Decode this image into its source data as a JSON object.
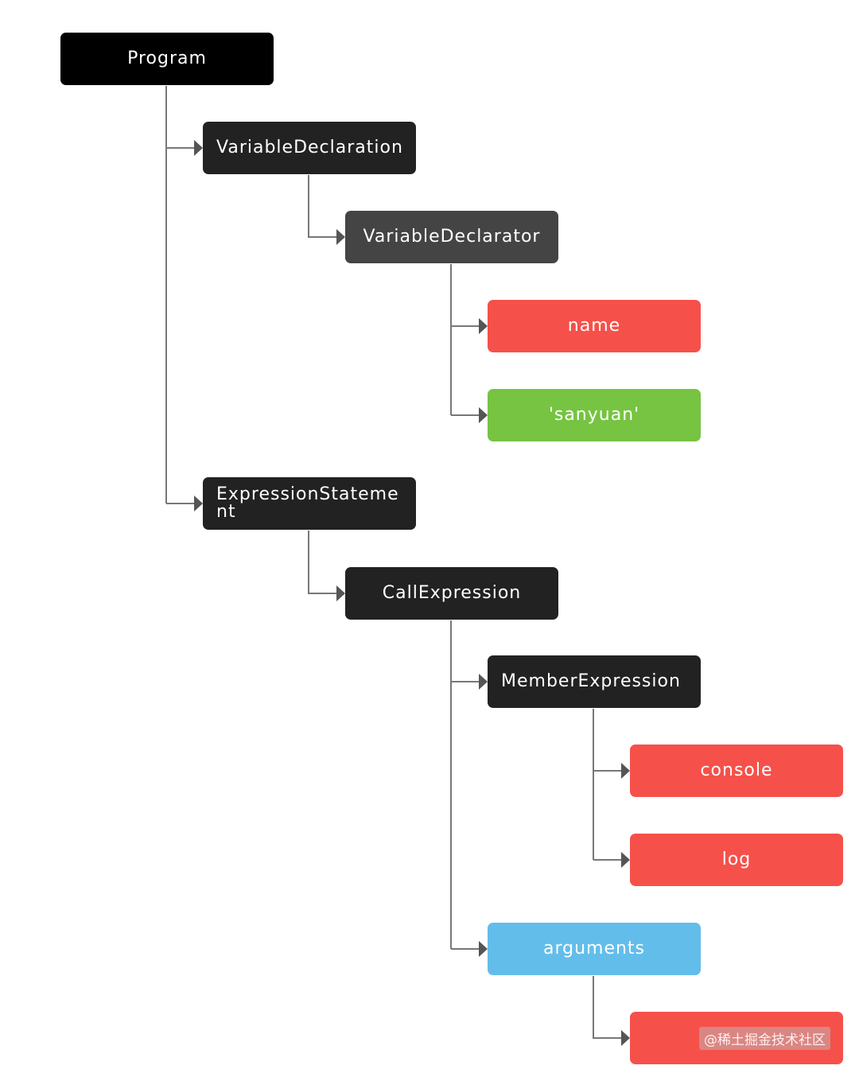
{
  "nodes": {
    "program": "Program",
    "variable_declaration": "VariableDeclaration",
    "variable_declarator": "VariableDeclarator",
    "name": "name",
    "sanyuan": "'sanyuan'",
    "expression_statement": "ExpressionStatement",
    "call_expression": "CallExpression",
    "member_expression": "MemberExpression",
    "console": "console",
    "log": "log",
    "arguments": "arguments",
    "arguments_child": ""
  },
  "watermark": "@稀土掘金技术社区",
  "colors": {
    "black": "#000000",
    "dark": "#222222",
    "gray": "#444444",
    "red": "#f5514a",
    "green": "#76c442",
    "blue": "#63bdeb",
    "line": "#777777"
  }
}
